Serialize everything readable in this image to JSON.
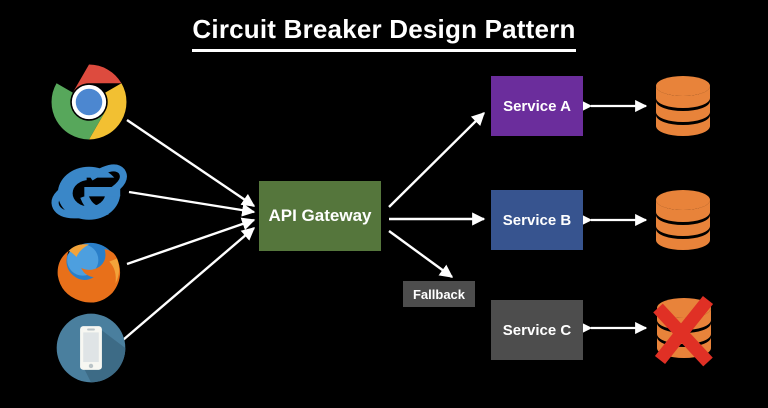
{
  "diagram": {
    "title": "Circuit Breaker Design Pattern",
    "background_color": "#000000",
    "title_color": "#ffffff"
  },
  "gateway": {
    "label": "API Gateway",
    "color": "#55763c"
  },
  "services": [
    {
      "label": "Service A",
      "color": "#6b2d9c",
      "database": "database-cylinder",
      "database_state": "available"
    },
    {
      "label": "Service B",
      "color": "#37548f",
      "database": "database-cylinder",
      "database_state": "available"
    },
    {
      "label": "Service C",
      "color": "#4d4d4d",
      "database": "database-cylinder-crossed",
      "database_state": "unavailable"
    }
  ],
  "fallback": {
    "label": "Fallback",
    "color": "#4d4d4d"
  },
  "clients": [
    {
      "name": "chrome-icon",
      "label": "Google Chrome"
    },
    {
      "name": "internet-explorer-icon",
      "label": "Internet Explorer"
    },
    {
      "name": "firefox-icon",
      "label": "Mozilla Firefox"
    },
    {
      "name": "mobile-device-icon",
      "label": "Mobile Device"
    }
  ],
  "colors": {
    "arrow": "#ffffff",
    "database": "#e8833a",
    "database_dark": "#d9741f",
    "cross": "#e03025",
    "chrome_red": "#dd4b3e",
    "chrome_green": "#57a75b",
    "chrome_yellow": "#f2c032",
    "chrome_blue": "#4c87d0",
    "ie_blue": "#3a87c8",
    "firefox_orange": "#e8701a",
    "firefox_blue": "#2a7fc9",
    "mobile_blue": "#4a7f9e"
  }
}
